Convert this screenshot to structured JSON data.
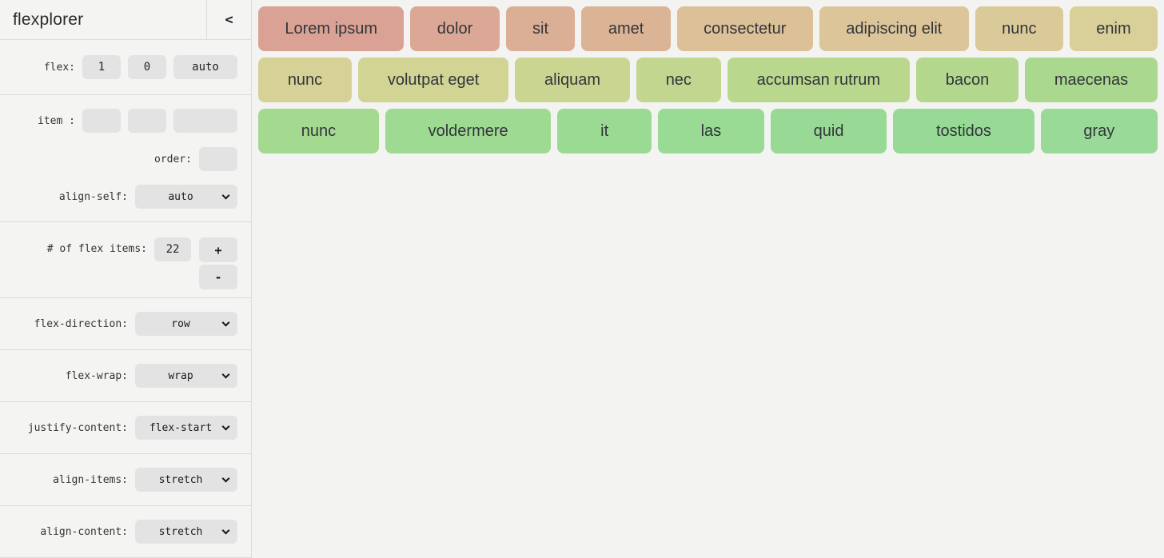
{
  "sidebar": {
    "title": "flexplorer",
    "collapse_button": "<",
    "flex": {
      "label": "flex:",
      "values": [
        "1",
        "0",
        "auto"
      ]
    },
    "item": {
      "label": "item :",
      "values": [
        "",
        "",
        ""
      ]
    },
    "order": {
      "label": "order:",
      "value": ""
    },
    "count": {
      "label": "# of flex items:",
      "value": "22",
      "increment": "+",
      "decrement": "-"
    },
    "selects": [
      {
        "name": "align-self",
        "label": "align-self:",
        "value": "auto"
      },
      {
        "name": "flex-direction",
        "label": "flex-direction:",
        "value": "row"
      },
      {
        "name": "flex-wrap",
        "label": "flex-wrap:",
        "value": "wrap"
      },
      {
        "name": "justify-content",
        "label": "justify-content:",
        "value": "flex-start"
      },
      {
        "name": "align-items",
        "label": "align-items:",
        "value": "stretch"
      },
      {
        "name": "align-content",
        "label": "align-content:",
        "value": "stretch"
      }
    ]
  },
  "flex_items": {
    "item_text_color": "#32363b",
    "rows": [
      [
        {
          "label": "Lorem ipsum",
          "color": "#daa295"
        },
        {
          "label": "dolor",
          "color": "#daa895"
        },
        {
          "label": "sit",
          "color": "#dbae96"
        },
        {
          "label": "amet",
          "color": "#dbb496"
        },
        {
          "label": "consectetur",
          "color": "#dcc098"
        },
        {
          "label": "adipiscing elit",
          "color": "#dcc599"
        },
        {
          "label": "nunc",
          "color": "#dbca99"
        },
        {
          "label": "enim",
          "color": "#d9cf98"
        }
      ],
      [
        {
          "label": "nunc",
          "color": "#d6d196"
        },
        {
          "label": "volutpat eget",
          "color": "#d1d493"
        },
        {
          "label": "aliquam",
          "color": "#cad591"
        },
        {
          "label": "nec",
          "color": "#c3d690"
        },
        {
          "label": "accumsan rutrum",
          "color": "#bad78e"
        },
        {
          "label": "bacon",
          "color": "#b2d78d"
        },
        {
          "label": "maecenas",
          "color": "#aad88e"
        }
      ],
      [
        {
          "label": "nunc",
          "color": "#a4d990"
        },
        {
          "label": "voldermere",
          "color": "#9fda92"
        },
        {
          "label": "it",
          "color": "#9bda93"
        },
        {
          "label": "las",
          "color": "#99da94"
        },
        {
          "label": "quid",
          "color": "#98da95"
        },
        {
          "label": "tostidos",
          "color": "#97da96"
        },
        {
          "label": "gray",
          "color": "#9ada98"
        }
      ]
    ]
  }
}
